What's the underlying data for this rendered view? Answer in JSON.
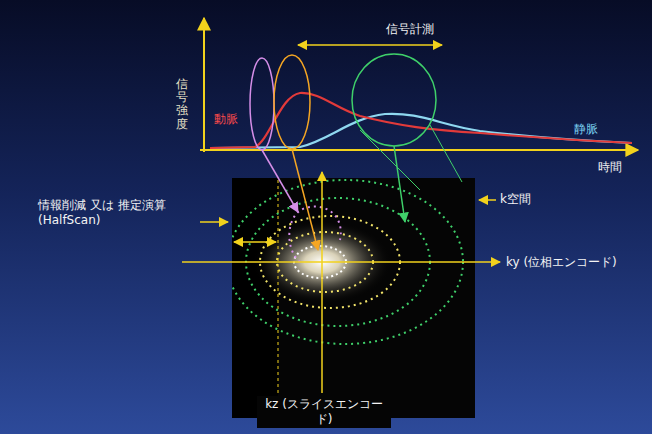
{
  "diagram": {
    "labels": [
      "信号計測",
      "信号強度",
      "動脈",
      "静脈",
      "時間",
      "情報削減 又は 推定演算 (HalfScan)",
      "k空間",
      "ky (位相エンコード)",
      "kz (スライスエンコード)"
    ]
  }
}
